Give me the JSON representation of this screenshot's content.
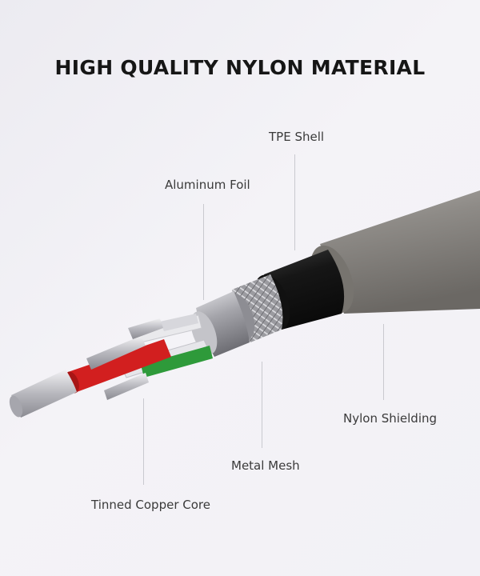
{
  "headline": "HIGH QUALITY NYLON MATERIAL",
  "labels": {
    "tpe_shell": "TPE Shell",
    "aluminum_foil": "Aluminum Foil",
    "nylon_shielding": "Nylon Shielding",
    "metal_mesh": "Metal Mesh",
    "tinned_copper_core": "Tinned Copper Core"
  },
  "colors": {
    "outer_jacket": "#8f8c88",
    "tpe_shell": "#1e1e1e",
    "wire_red": "#d21f1f",
    "wire_green": "#2e9a3a",
    "wire_white": "#e8e8ea"
  }
}
